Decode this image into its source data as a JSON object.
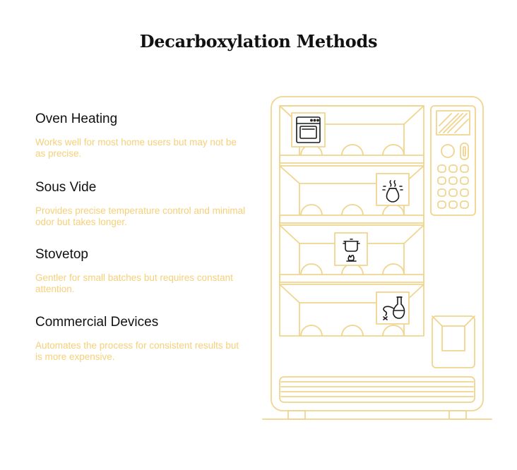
{
  "title": "Decarboxylation Methods",
  "colors": {
    "line": "#f0d58f",
    "accent_text": "#f6d079",
    "icon": "#1a1a1a"
  },
  "methods": [
    {
      "name": "Oven Heating",
      "description": "Works well for most home users but may not be as precise.",
      "icon": "oven-icon"
    },
    {
      "name": "Sous Vide",
      "description": "Provides precise temperature control and minimal odor but takes longer.",
      "icon": "sous-vide-bag-icon"
    },
    {
      "name": "Stovetop",
      "description": "Gentler for small batches but requires constant attention.",
      "icon": "stovetop-pot-icon"
    },
    {
      "name": "Commercial Devices",
      "description": "Automates the process for consistent results but is more expensive.",
      "icon": "commercial-device-icon"
    }
  ]
}
